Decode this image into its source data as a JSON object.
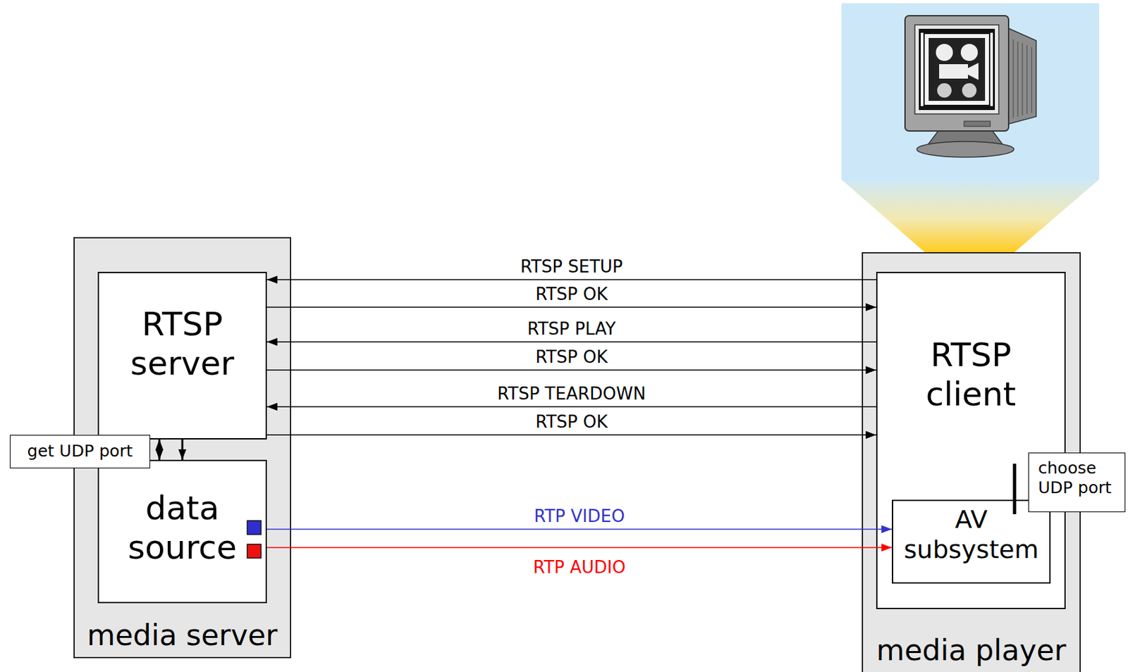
{
  "diagram": {
    "nodes": [
      {
        "text": [
          "media server"
        ]
      },
      {
        "text": [
          "RTSP server"
        ],
        "in": 0
      },
      {
        "text": [
          "data source"
        ],
        "in": 0
      },
      {
        "text": [
          "media player"
        ]
      },
      {
        "text": [
          "RTSP client"
        ],
        "in": 3
      },
      {
        "text": [
          "AV subsystem"
        ],
        "in": 4
      },
      {
        "text": [
          "get UDP port"
        ]
      },
      {
        "text": [
          "choose UDP port"
        ]
      }
    ],
    "edges": [
      {
        "from": 4,
        "to": 1,
        "label": "RTSP SETUP",
        "arrow": "to"
      },
      {
        "from": 1,
        "to": 4,
        "label": "RTSP OK",
        "arrow": "to"
      },
      {
        "from": 4,
        "to": 1,
        "label": "RTSP PLAY",
        "arrow": "to"
      },
      {
        "from": 1,
        "to": 4,
        "label": "RTSP OK",
        "arrow": "to"
      },
      {
        "from": 4,
        "to": 1,
        "label": "RTSP TEARDOWN",
        "arrow": "to"
      },
      {
        "from": 1,
        "to": 4,
        "label": "RTSP OK",
        "arrow": "to"
      },
      {
        "from": 2,
        "to": 5,
        "label": "RTP VIDEO",
        "arrow": "to"
      },
      {
        "from": 2,
        "to": 5,
        "label": "RTP AUDIO",
        "arrow": "to"
      },
      {
        "from": 1,
        "to": 2,
        "arrow": "both"
      },
      {
        "from": 1,
        "to": 2,
        "arrow": "to"
      }
    ]
  }
}
